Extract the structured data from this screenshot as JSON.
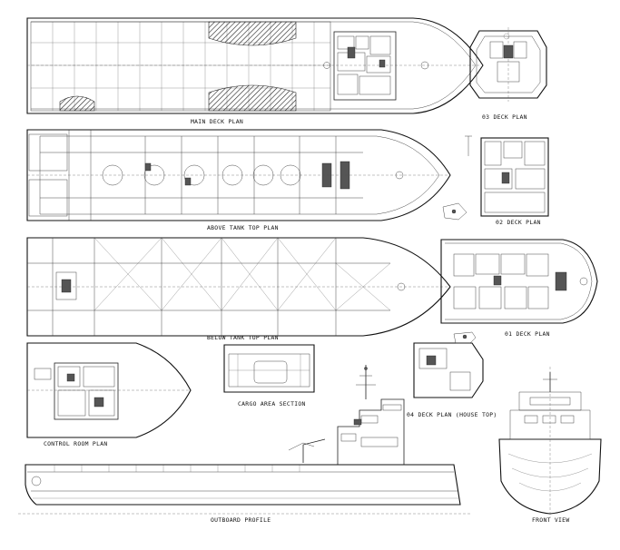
{
  "drawing": {
    "views": {
      "main_deck_plan": {
        "title": "MAIN DECK PLAN"
      },
      "deck_03_plan": {
        "title": "03 DECK PLAN"
      },
      "above_tank_top_plan": {
        "title": "ABOVE TANK TOP PLAN"
      },
      "deck_02_plan": {
        "title": "02 DECK PLAN"
      },
      "below_tank_top_plan": {
        "title": "BELOW TANK TOP PLAN"
      },
      "deck_01_plan": {
        "title": "01 DECK PLAN"
      },
      "control_room_plan": {
        "title": "CONTROL ROOM PLAN"
      },
      "cargo_area_section": {
        "title": "CARGO AREA SECTION"
      },
      "deck_04_plan": {
        "title": "04 DECK PLAN (HOUSE TOP)"
      },
      "outboard_profile": {
        "title": "OUTBOARD PROFILE"
      },
      "front_view": {
        "title": "FRONT VIEW"
      }
    }
  }
}
